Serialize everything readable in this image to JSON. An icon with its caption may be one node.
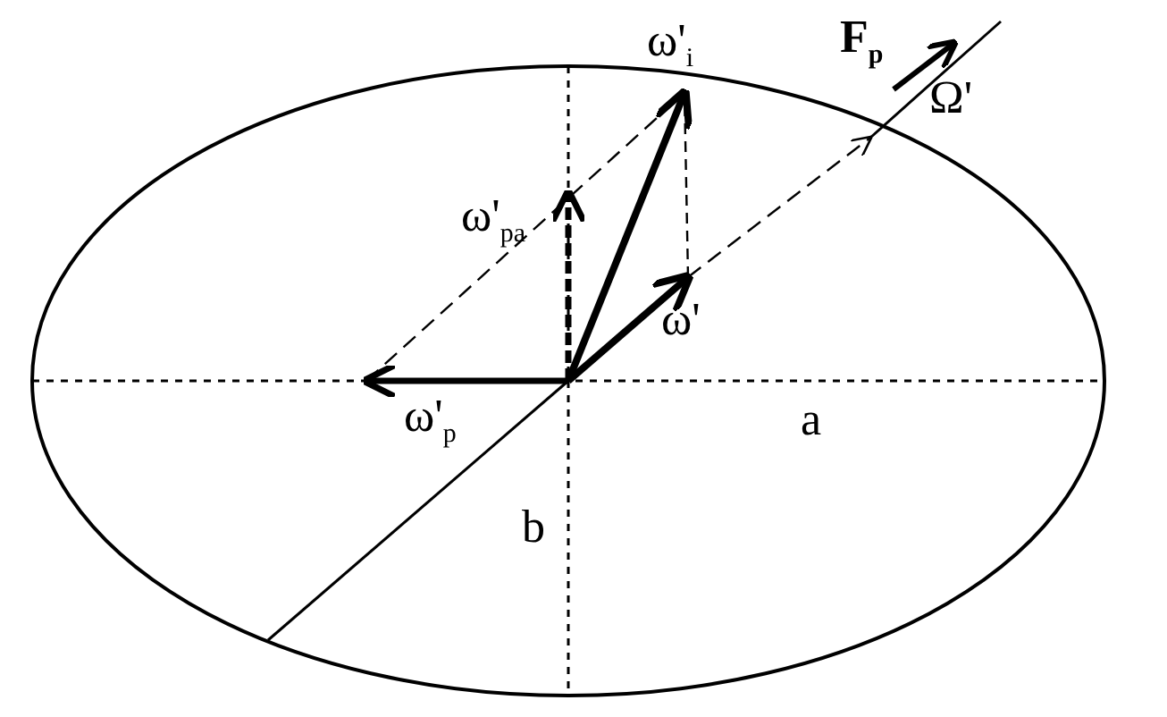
{
  "diagram": {
    "labels": [
      "ω'$_{i}$",
      "F$_{p}$",
      "Ω'",
      "ω'$_{pa}$",
      "ω'",
      "ω'$_{p}$",
      "a",
      "b"
    ]
  }
}
